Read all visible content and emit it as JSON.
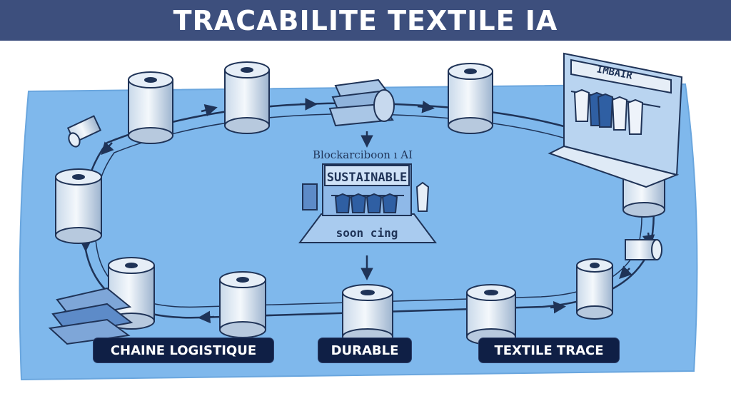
{
  "title": "TRACABILITE TEXTILE IA",
  "center": {
    "caption": "Blockarciboon ı AI",
    "banner": "SUSTAINABLE",
    "floor_text": "soon cing"
  },
  "store_sign": "IMBAIR",
  "labels": [
    "CHAINE LOGISTIQUE",
    "DURABLE",
    "TEXTILE TRACE"
  ],
  "colors": {
    "title_bar": "#3d4f7d",
    "background_blue": "#7fb8ec",
    "ink": "#1f3357",
    "label_bg": "#0f1f45"
  }
}
